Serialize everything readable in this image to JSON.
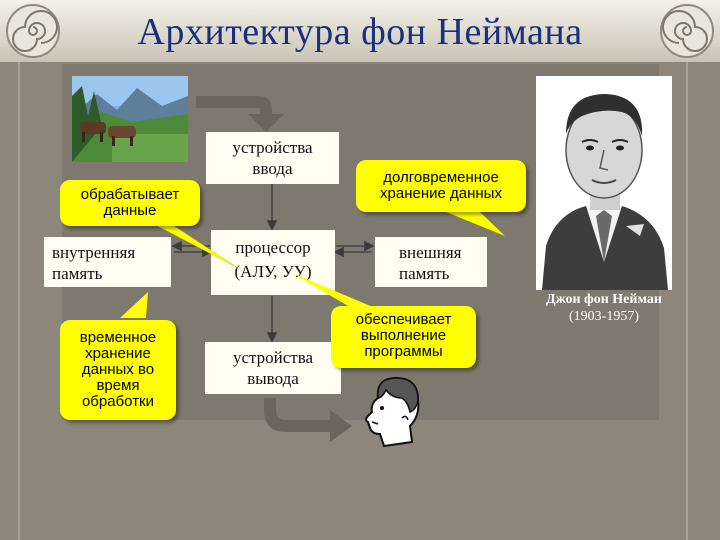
{
  "title": "Архитектура фон Неймана",
  "blocks": {
    "input": "устройства ввода",
    "processor": "процессор (АЛУ, УУ)",
    "internal_memory": "внутренняя память",
    "external_memory": "внешняя память",
    "output": "устройства вывода"
  },
  "callouts": {
    "processes": "обрабатывает данные",
    "long_term": "долговременное хранение данных",
    "temporary": "временное хранение данных во время обработки",
    "executes": "обеспечивает выполнение программы"
  },
  "portrait": {
    "name": "Джон фон Нейман",
    "years": "(1903-1957)"
  },
  "colors": {
    "background": "#8d877b",
    "panel": "#7d796f",
    "title": "#1b2f7a",
    "callout": "#ffff00",
    "box": "#fffef0"
  }
}
